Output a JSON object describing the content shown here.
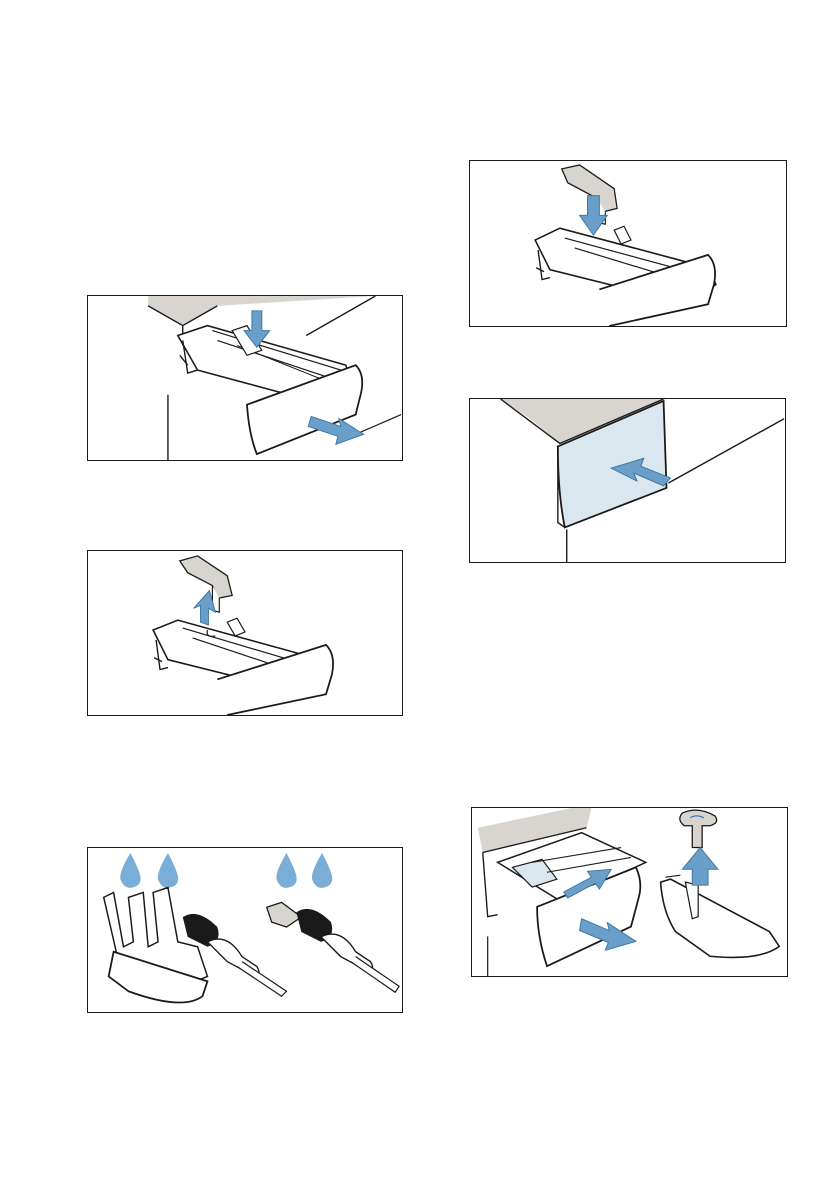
{
  "page": {
    "figures": [
      {
        "id": "pull-drawer-out"
      },
      {
        "id": "remove-insert"
      },
      {
        "id": "clean-with-water-and-brush"
      },
      {
        "id": "refit-insert"
      },
      {
        "id": "push-drawer-in"
      },
      {
        "id": "remove-siphon-cap"
      }
    ]
  },
  "colors": {
    "arrow": "#6a9fc9",
    "arrow_dark": "#3f78a6",
    "water": "#7aaed6",
    "shading": "#d8d5d0",
    "panel_fill": "#dbe7ef",
    "line": "#1a1a1a"
  },
  "icons": [
    "drawer-pull-arrow",
    "insert-up-arrow",
    "water-drop-icon",
    "brush-icon",
    "insert-down-arrow",
    "push-arrow",
    "siphon-up-arrow"
  ]
}
